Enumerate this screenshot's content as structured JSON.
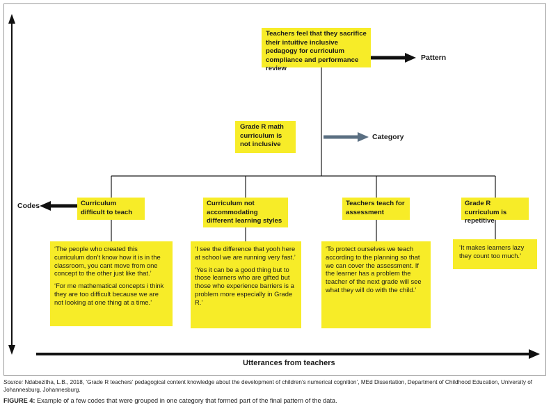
{
  "pattern": {
    "box_text": "Teachers feel that they sacrifice their intuitive inclusive pedagogy for curriculum compliance and performance review",
    "label": "Pattern"
  },
  "category": {
    "box_text": "Grade R math curriculum is not inclusive",
    "label": "Category"
  },
  "codes_label": "Codes",
  "utterances_label": "Utterances from teachers",
  "codes": [
    {
      "title": "Curriculum difficult to teach",
      "quotes": [
        "‘The people who created this curriculum don’t know how it is in the classroom, you cant move from one concept to the other just like that.’",
        "‘For me mathematical concepts i think they are too difficult because we are not looking at one thing at a time.’"
      ]
    },
    {
      "title": "Curriculum not accommodating different learning styles",
      "quotes": [
        "‘I see the difference that yooh here at school we are running very fast.’",
        "‘Yes it can be a good thing but to those learners who are gifted but those who experience barriers is a problem more especially in Grade R.’"
      ]
    },
    {
      "title": "Teachers teach for assessment",
      "quotes": [
        "‘To protect ourselves we teach according to the planning so that we can cover the assessment. If the learner has a problem the teacher of the next grade will see what they will do with the child.’"
      ]
    },
    {
      "title": "Grade R curriculum is repetitive",
      "quotes": [
        "‘It makes learners lazy they count too much.’"
      ]
    }
  ],
  "source": {
    "prefix": "Source:",
    "text": " Ndabezitha, L.B., 2018, ‘Grade R teachers’ pedagogical content knowledge about the development of children’s numerical cognition’, MEd Dissertation, Department of Childhood Education, University of Johannesburg, Johannesburg."
  },
  "caption": {
    "prefix": "FIGURE 4:",
    "text": " Example of a few codes that were grouped in one category that formed part of the final pattern of the data."
  },
  "colors": {
    "box_fill": "#f7ec28",
    "arrow_black": "#111111",
    "arrow_slate": "#5a6f82"
  }
}
